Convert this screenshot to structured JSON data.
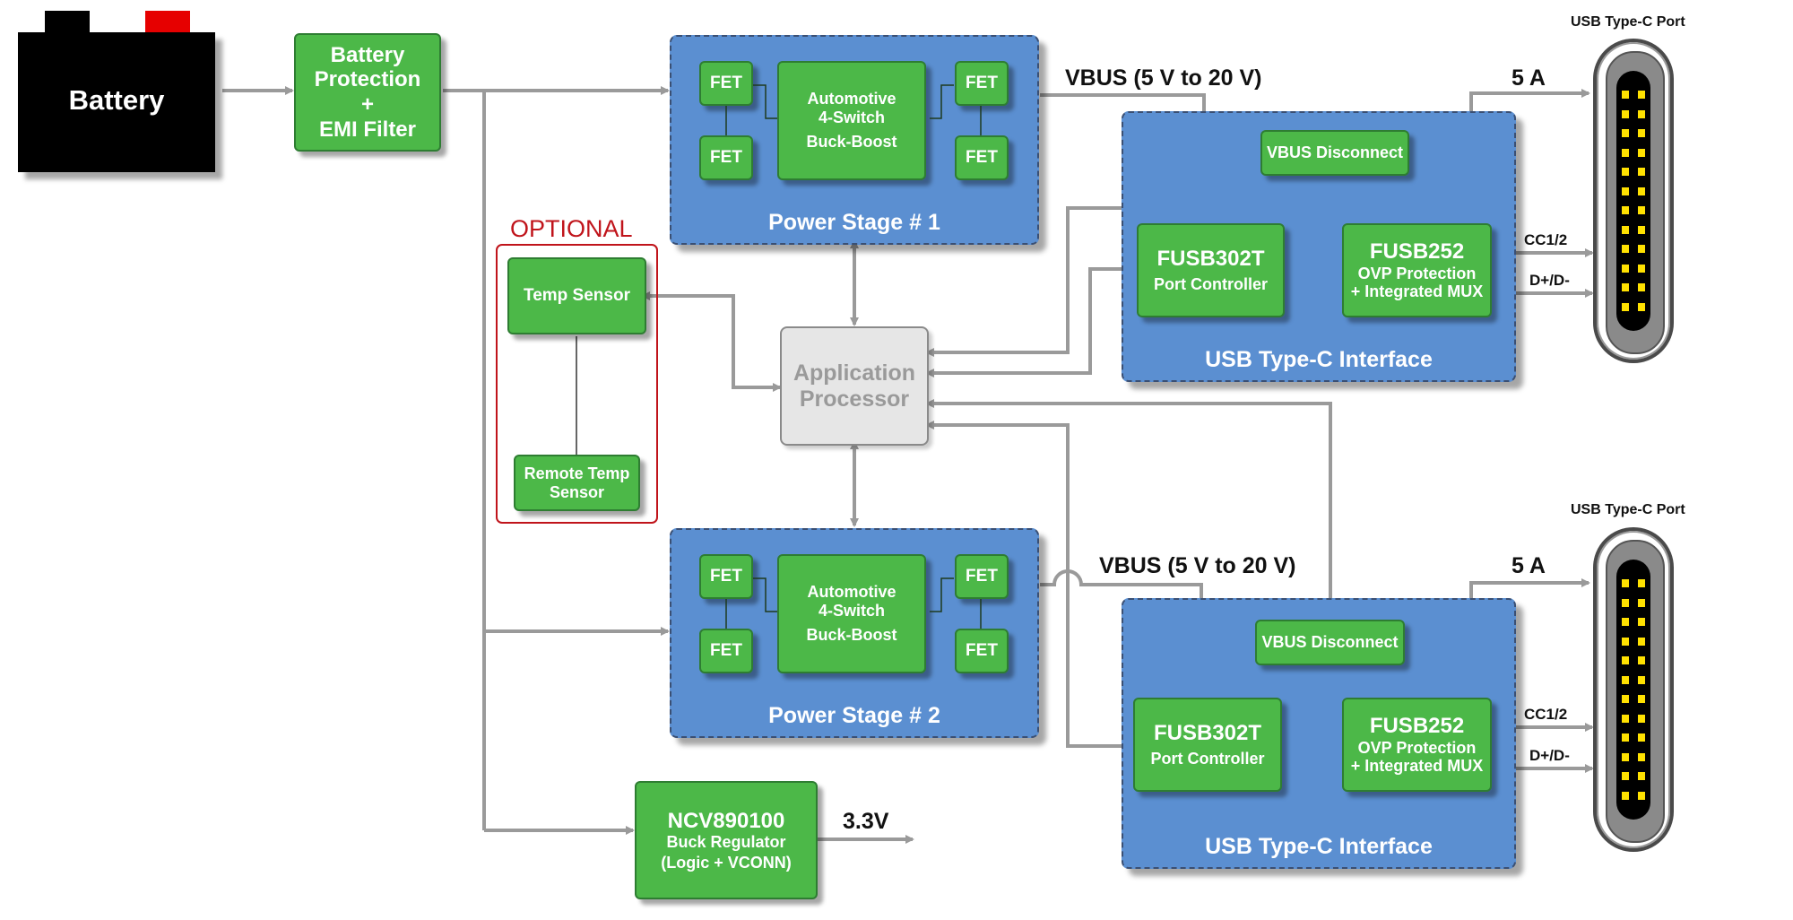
{
  "battery": {
    "label": "Battery"
  },
  "bat_prot": {
    "line1": "Battery",
    "line2": "Protection",
    "line3": "+",
    "line4": "EMI Filter"
  },
  "optional": {
    "label": "OPTIONAL"
  },
  "temp_sensor": {
    "label": "Temp Sensor"
  },
  "remote_temp": {
    "line1": "Remote Temp",
    "line2": "Sensor"
  },
  "app_proc": {
    "line1": "Application",
    "line2": "Processor"
  },
  "stage1": {
    "fet": "FET",
    "core1": "Automotive",
    "core2": "4-Switch",
    "core3": "Buck-Boost",
    "label": "Power Stage # 1"
  },
  "stage2": {
    "fet": "FET",
    "core1": "Automotive",
    "core2": "4-Switch",
    "core3": "Buck-Boost",
    "label": "Power Stage # 2"
  },
  "usb1": {
    "vbus_label": "VBUS (5 V to 20 V)",
    "amps": "5 A",
    "vbus_disconnect": "VBUS Disconnect",
    "fusb302_title": "FUSB302T",
    "fusb302_sub": "Port Controller",
    "fusb252_title": "FUSB252",
    "fusb252_sub1": "OVP Protection",
    "fusb252_sub2": "+ Integrated MUX",
    "cc": "CC1/2",
    "dd": "D+/D-",
    "label": "USB Type-C Interface",
    "port_label": "USB Type-C Port"
  },
  "usb2": {
    "vbus_label": "VBUS (5 V to 20 V)",
    "amps": "5 A",
    "vbus_disconnect": "VBUS Disconnect",
    "fusb302_title": "FUSB302T",
    "fusb302_sub": "Port Controller",
    "fusb252_title": "FUSB252",
    "fusb252_sub1": "OVP Protection",
    "fusb252_sub2": "+ Integrated MUX",
    "cc": "CC1/2",
    "dd": "D+/D-",
    "label": "USB Type-C Interface",
    "port_label": "USB Type-C Port"
  },
  "ncv": {
    "title": "NCV890100",
    "sub1": "Buck Regulator",
    "sub2": "(Logic + VCONN)",
    "out": "3.3V"
  },
  "colors": {
    "green": "#4cb848",
    "blue": "#5b8fd1",
    "wire": "#9a9a9a",
    "optional_red": "#c0141b"
  }
}
